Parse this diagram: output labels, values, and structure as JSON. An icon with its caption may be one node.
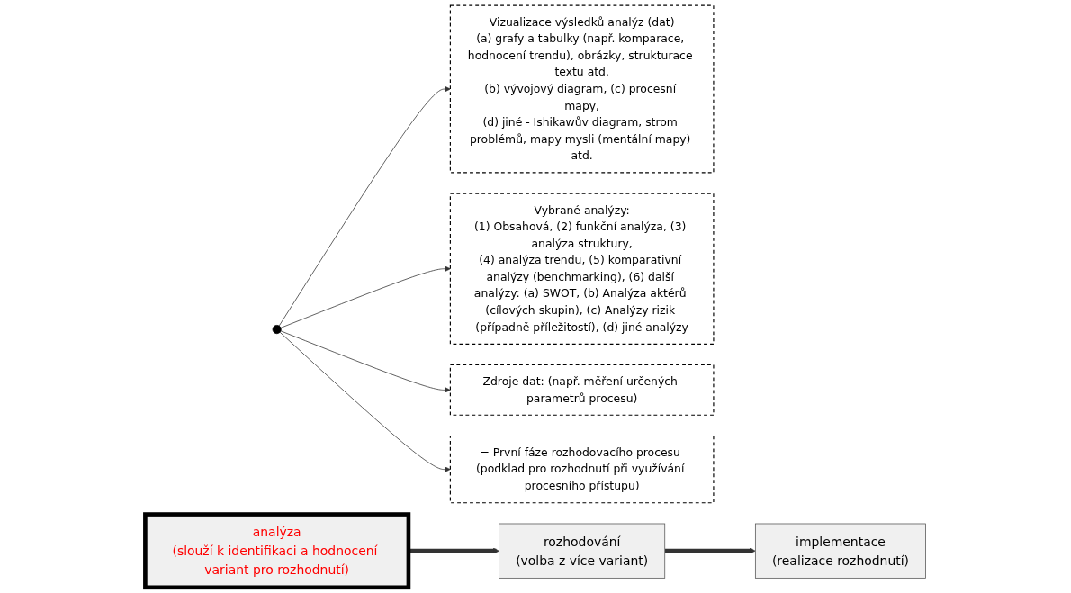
{
  "diagram": {
    "nodes": [
      {
        "text": [
          "Vizualizace výsledků analýz (dat)",
          "(a) grafy a tabulky (např. komparace, hodnocení trendu), obrázky, strukturace textu atd.",
          "(b) vývojový diagram, (c) procesní mapy,",
          "(d) jiné - Ishikawův diagram, strom problémů, mapy mysli (mentální mapy) atd."
        ]
      },
      {
        "text": [
          "Vybrané analýzy:",
          "(1) Obsahová, (2) funkční analýza, (3) analýza struktury,",
          "(4) analýza trendu, (5) komparativní analýzy (benchmarking), (6) další analýzy: (a) SWOT, (b) Analýza aktérů (cílových skupin), (c) Analýzy rizik (případně příležitostí), (d) jiné analýzy"
        ]
      },
      {
        "text": [
          "Zdroje dat: (např. měření určených parametrů procesu)"
        ]
      },
      {
        "text": [
          "= První fáze rozhodovacího procesu (podklad pro rozhodnutí při využívání procesního přístupu)"
        ]
      },
      {
        "text": [
          "analýza",
          "(slouží k identifikaci a hodnocení variant pro rozhodnutí)"
        ]
      },
      {
        "text": [
          "rozhodování",
          "(volba z více variant)"
        ]
      },
      {
        "text": [
          "implementace",
          "(realizace rozhodnutí)"
        ]
      },
      {
        "text": [],
        "shape": "circle"
      }
    ],
    "edges": [
      {
        "from": 7,
        "to": 0,
        "arrow": "to"
      },
      {
        "from": 7,
        "to": 1,
        "arrow": "to"
      },
      {
        "from": 7,
        "to": 2,
        "arrow": "to"
      },
      {
        "from": 7,
        "to": 3,
        "arrow": "to"
      },
      {
        "from": 4,
        "to": 5,
        "arrow": "to",
        "style": "thick"
      },
      {
        "from": 5,
        "to": 6,
        "arrow": "to",
        "style": "thick"
      }
    ]
  }
}
